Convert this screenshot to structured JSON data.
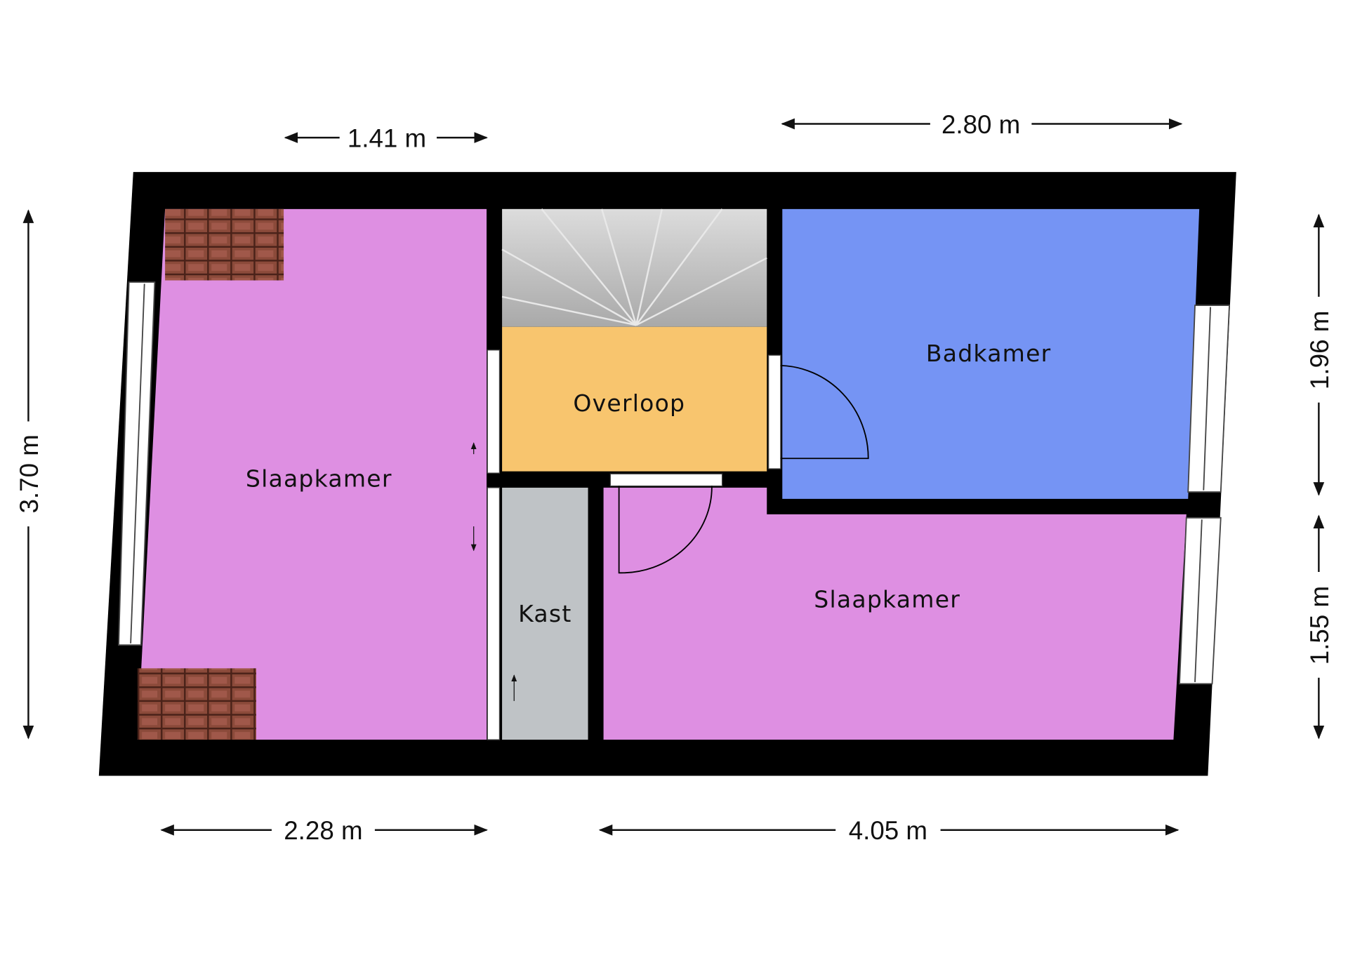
{
  "rooms": {
    "bedroom_left": "Slaapkamer",
    "landing": "Overloop",
    "bathroom": "Badkamer",
    "closet": "Kast",
    "bedroom_right": "Slaapkamer"
  },
  "dimensions": {
    "top_left": "1.41 m",
    "top_right": "2.80 m",
    "left": "3.70 m",
    "right_top": "1.96 m",
    "right_bottom": "1.55 m",
    "bottom_left": "2.28 m",
    "bottom_right": "4.05 m"
  },
  "colors": {
    "bedroom": "#DE8FE2",
    "landing": "#F8C56E",
    "bathroom": "#7594F4",
    "closet": "#BFC3C6",
    "stairs": "#BDBDBD",
    "wall": "#000000",
    "roof_tiles": "#8B4A3A"
  }
}
